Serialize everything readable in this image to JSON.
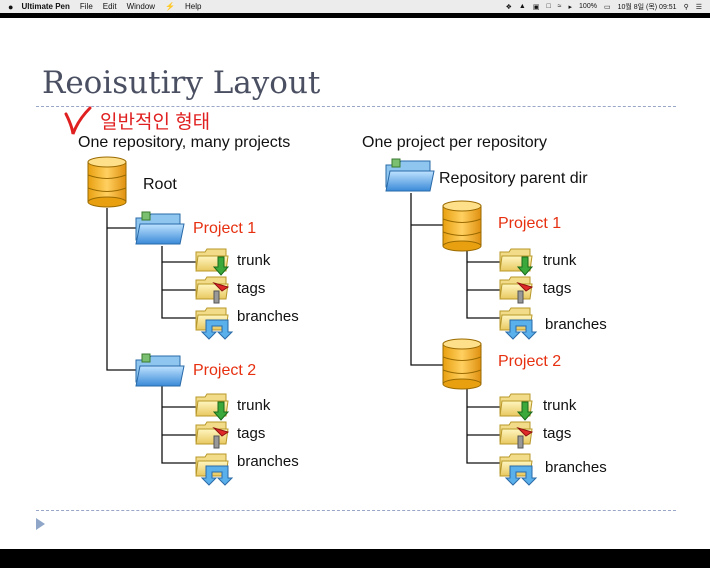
{
  "menubar": {
    "app_name": "Ultimate Pen",
    "menus": [
      "File",
      "Edit",
      "Window",
      "Help"
    ],
    "status": {
      "battery": "100%",
      "datetime": "10월 8일 (목) 09:51"
    }
  },
  "slide": {
    "title": "Reoisutiry Layout",
    "annotation": "일반적인 형태",
    "left": {
      "heading": "One repository, many projects",
      "root_label": "Root",
      "projects": [
        {
          "name": "Project 1",
          "items": [
            "trunk",
            "tags",
            "branches"
          ]
        },
        {
          "name": "Project 2",
          "items": [
            "trunk",
            "tags",
            "branches"
          ]
        }
      ]
    },
    "right": {
      "heading": "One project per repository",
      "parent_label": "Repository parent dir",
      "projects": [
        {
          "name": "Project 1",
          "items": [
            "trunk",
            "tags",
            "branches"
          ]
        },
        {
          "name": "Project 2",
          "items": [
            "trunk",
            "tags",
            "branches"
          ]
        }
      ]
    }
  },
  "colors": {
    "title": "#4a4f62",
    "project_label": "#e63010",
    "annotation": "#e02020",
    "separator": "#9aa6c8"
  }
}
